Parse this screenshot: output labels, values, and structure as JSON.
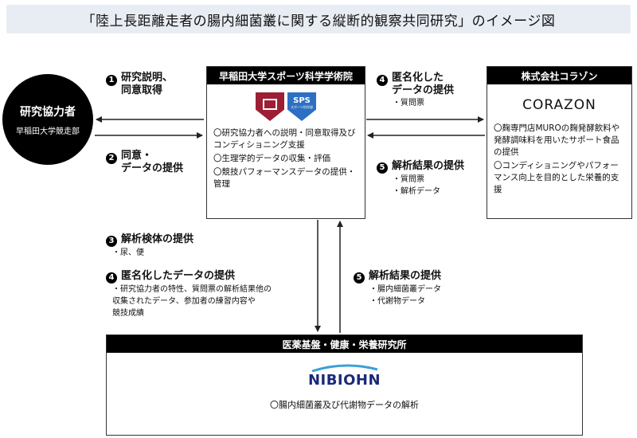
{
  "title": "「陸上長距離走者の腸内細菌叢に関する縦断的観察共同研究」のイメージ図",
  "participant": {
    "title": "研究協力者",
    "subtitle": "早稲田大学競走部"
  },
  "waseda": {
    "header": "早稲田大学スポーツ科学学術院",
    "logo_text": "SPS",
    "logo_subtext": "スポーツ科学部",
    "items": [
      "〇研究協力者への説明・同意取得及びコンディショニング支援",
      "〇生理学的データの収集・評価",
      "〇競技パフォーマンスデータの提供・管理"
    ]
  },
  "corazon": {
    "header": "株式会社コラゾン",
    "logo": "CORAZON",
    "items": [
      "〇麹専門店MUROの麹発酵飲料や発酵調味料を用いたサポート食品の提供",
      "〇コンディショニングやパフォーマンス向上を目的とした栄養的支援"
    ]
  },
  "nibiohn": {
    "header": "医薬基盤・健康・栄養研究所",
    "logo": "NIBIOHN",
    "item": "〇腸内細菌叢及び代謝物データの解析"
  },
  "flows": {
    "f1": {
      "num": "1",
      "main": "研究説明、\n同意取得"
    },
    "f2": {
      "num": "2",
      "main": "同意・\nデータの提供"
    },
    "f4top": {
      "num": "4",
      "main": "匿名化した\nデータの提供",
      "sub": "・質問票"
    },
    "f5top": {
      "num": "5",
      "main": "解析結果の提供",
      "sub": "・質問票\n・解析データ"
    },
    "f3": {
      "num": "3",
      "main": "解析検体の提供",
      "sub": "・尿、便"
    },
    "f4bottom": {
      "num": "4",
      "main": "匿名化したデータの提供",
      "sub": "・研究協力者の特性、質問票の解析結果他の\n収集されたデータ、参加者の練習内容や\n競技成績"
    },
    "f5bottom": {
      "num": "5",
      "main": "解析結果の提供",
      "sub": "・腸内細菌叢データ\n・代謝物データ"
    }
  }
}
